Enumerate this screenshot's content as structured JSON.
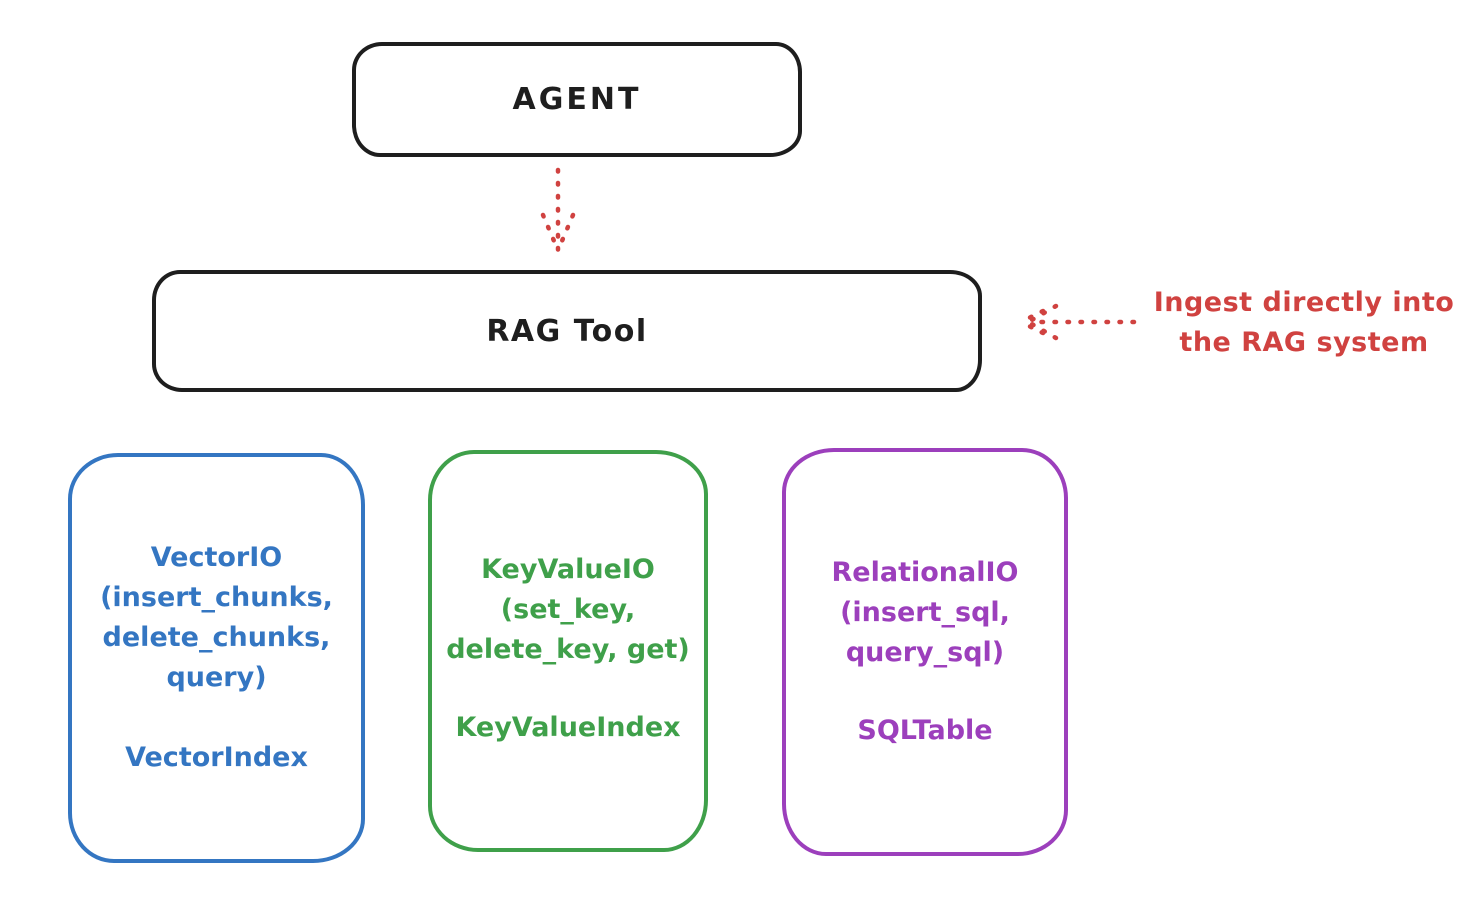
{
  "colors": {
    "ink": "#1e1e1e",
    "red": "#d04240",
    "blue": "#3476c2",
    "green": "#3fa04a",
    "purple": "#9c3fbc"
  },
  "nodes": {
    "agent": {
      "label": "AGENT"
    },
    "rag_tool": {
      "label": "RAG Tool"
    },
    "vector": {
      "lines": [
        "VectorIO",
        "(insert_chunks,",
        "delete_chunks,",
        "query)"
      ],
      "index_label": "VectorIndex"
    },
    "keyvalue": {
      "lines": [
        "KeyValueIO",
        "(set_key,",
        "delete_key, get)"
      ],
      "index_label": "KeyValueIndex"
    },
    "relational": {
      "lines": [
        "RelationalIO",
        "(insert_sql,",
        "query_sql)"
      ],
      "index_label": "SQLTable"
    }
  },
  "annotation": {
    "line1": "Ingest directly into",
    "line2": "the RAG system"
  }
}
